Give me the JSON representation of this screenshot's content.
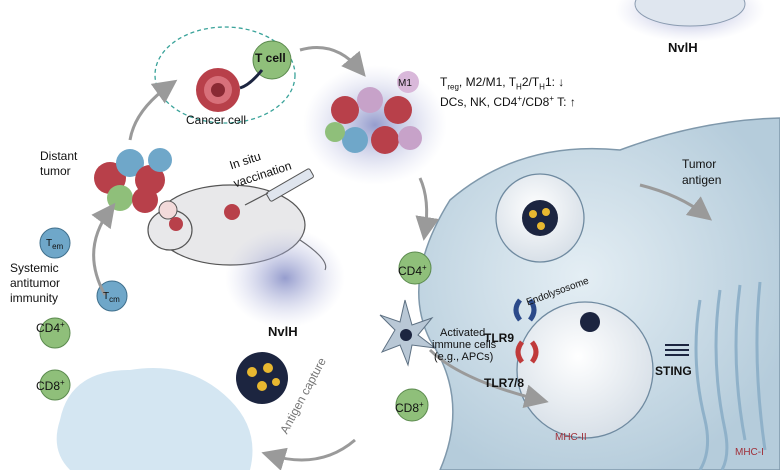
{
  "labels": {
    "nvlh_top": "NvlH",
    "nvlh_mid": "NvlH",
    "cancer_cell": "Cancer cell",
    "t_cell": "T cell",
    "m1": "M1",
    "effect_line1": "T",
    "effect_line1_sub": "reg",
    "effect_line1_rest": ", M2/M1, T",
    "effect_line1_sub2": "H",
    "effect_line1_rest2": "2/T",
    "effect_line1_sub3": "H",
    "effect_line1_rest3": "1: ↓",
    "effect_line2": "DCs, NK, CD4",
    "effect_line2_sup": "+",
    "effect_line2_rest": "/CD8",
    "effect_line2_sup2": "+",
    "effect_line2_rest2": " T: ↑",
    "distant_tumor_1": "Distant",
    "distant_tumor_2": "tumor",
    "in_situ_1": "In situ",
    "in_situ_2": "vaccination",
    "systemic_1": "Systemic",
    "systemic_2": "antitumor",
    "systemic_3": "immunity",
    "tem": "T",
    "tem_sub": "em",
    "tcm": "T",
    "tcm_sub": "cm",
    "cd4": "CD4",
    "cd4_sup": "+",
    "cd8": "CD8",
    "cd8_sup": "+",
    "antigen_capture": "Antigen capture",
    "activated_1": "Activated",
    "activated_2": "immune cells",
    "activated_3": "(e.g., APCs)",
    "tumor_antigen_1": "Tumor",
    "tumor_antigen_2": "antigen",
    "endolysosome": "Endolysosome",
    "tlr9": "TLR9",
    "tlr78": "TLR7/8",
    "sting": "STING",
    "mhc2": "MHC-II",
    "mhc1": "MHC-I",
    "cd8_small": "CD8",
    "cd4_small": "CD4",
    "tem_small": "Tem",
    "tcm_small": "Tcm"
  },
  "colors": {
    "tumor_red": "#b8404a",
    "nano_navy": "#1c2540",
    "nano_gold": "#e8b830",
    "cell_blue": "#cfe1ec",
    "tcell_green": "#8fbf7a",
    "tcell_blue": "#6fa7c9",
    "arrow_grey": "#9a9a9a",
    "pink": "#c04a8c"
  }
}
